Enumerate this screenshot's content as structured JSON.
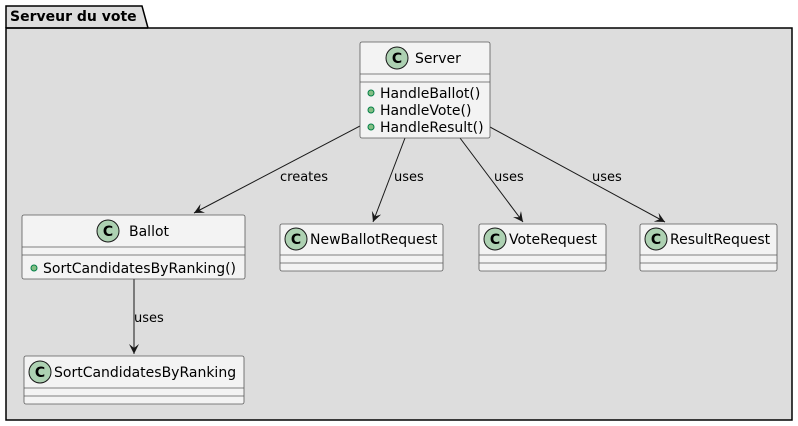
{
  "package": {
    "title": "Serveur du vote"
  },
  "classes": {
    "server": {
      "name": "Server",
      "stereotype": "C",
      "methods": [
        "HandleBallot()",
        "HandleVote()",
        "HandleResult()"
      ]
    },
    "ballot": {
      "name": "Ballot",
      "stereotype": "C",
      "methods": [
        "SortCandidatesByRanking()"
      ]
    },
    "new_ballot_request": {
      "name": "NewBallotRequest",
      "stereotype": "C",
      "methods": []
    },
    "vote_request": {
      "name": "VoteRequest",
      "stereotype": "C",
      "methods": []
    },
    "result_request": {
      "name": "ResultRequest",
      "stereotype": "C",
      "methods": []
    },
    "sort_candidates": {
      "name": "SortCandidatesByRanking",
      "stereotype": "C",
      "methods": []
    }
  },
  "edges": {
    "server_ballot": "creates",
    "server_newballot": "uses",
    "server_vote": "uses",
    "server_result": "uses",
    "ballot_sort": "uses"
  },
  "colors": {
    "package_fill": "#dddddd",
    "class_fill": "#f3f3f3",
    "class_border": "#595959",
    "stereotype_fill": "#add1b2",
    "method_dot": "#84be84",
    "line": "#181818"
  }
}
